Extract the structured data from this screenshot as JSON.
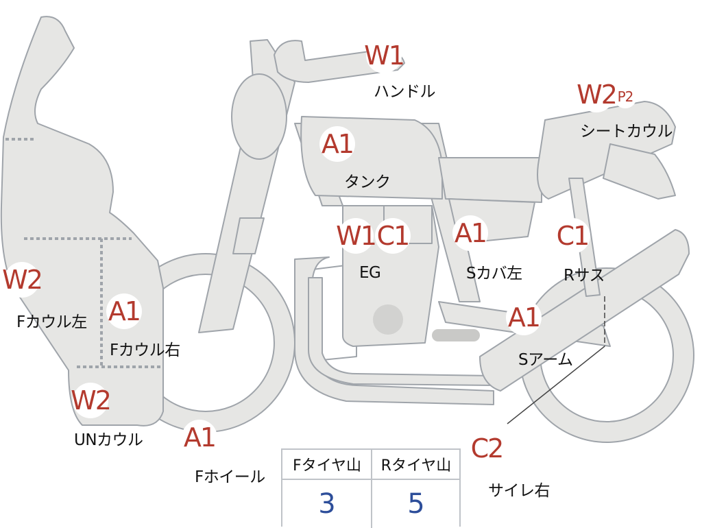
{
  "parts": [
    {
      "id": "handle",
      "label": "ハンドル",
      "grades": [
        "W1"
      ]
    },
    {
      "id": "seat-cowl",
      "label": "シートカウル",
      "grades": [
        "W2",
        "P2"
      ]
    },
    {
      "id": "tank",
      "label": "タンク",
      "grades": [
        "A1"
      ]
    },
    {
      "id": "engine",
      "label": "EG",
      "grades": [
        "W1",
        "C1"
      ]
    },
    {
      "id": "side-cover-left",
      "label": "Sカバ左",
      "grades": [
        "A1"
      ]
    },
    {
      "id": "rear-suspension",
      "label": "Rサス",
      "grades": [
        "C1"
      ]
    },
    {
      "id": "front-cowl-left",
      "label": "Fカウル左",
      "grades": [
        "W2"
      ]
    },
    {
      "id": "front-cowl-right",
      "label": "Fカウル右",
      "grades": [
        "A1"
      ]
    },
    {
      "id": "swing-arm",
      "label": "Sアーム",
      "grades": [
        "A1"
      ]
    },
    {
      "id": "under-cowl",
      "label": "UNカウル",
      "grades": [
        "W2"
      ]
    },
    {
      "id": "front-wheel",
      "label": "Fホイール",
      "grades": [
        "A1"
      ]
    },
    {
      "id": "silencer-right",
      "label": "サイレ右",
      "grades": [
        "C2"
      ]
    }
  ],
  "tires": {
    "front_label": "Fタイヤ山",
    "front_value": "3",
    "rear_label": "Rタイヤ山",
    "rear_value": "5"
  },
  "colors": {
    "grade_text": "#b33a2e",
    "tire_value_text": "#2d4e9a",
    "bike_fill": "#e6e6e4",
    "bike_outline": "#9fa4aa"
  }
}
